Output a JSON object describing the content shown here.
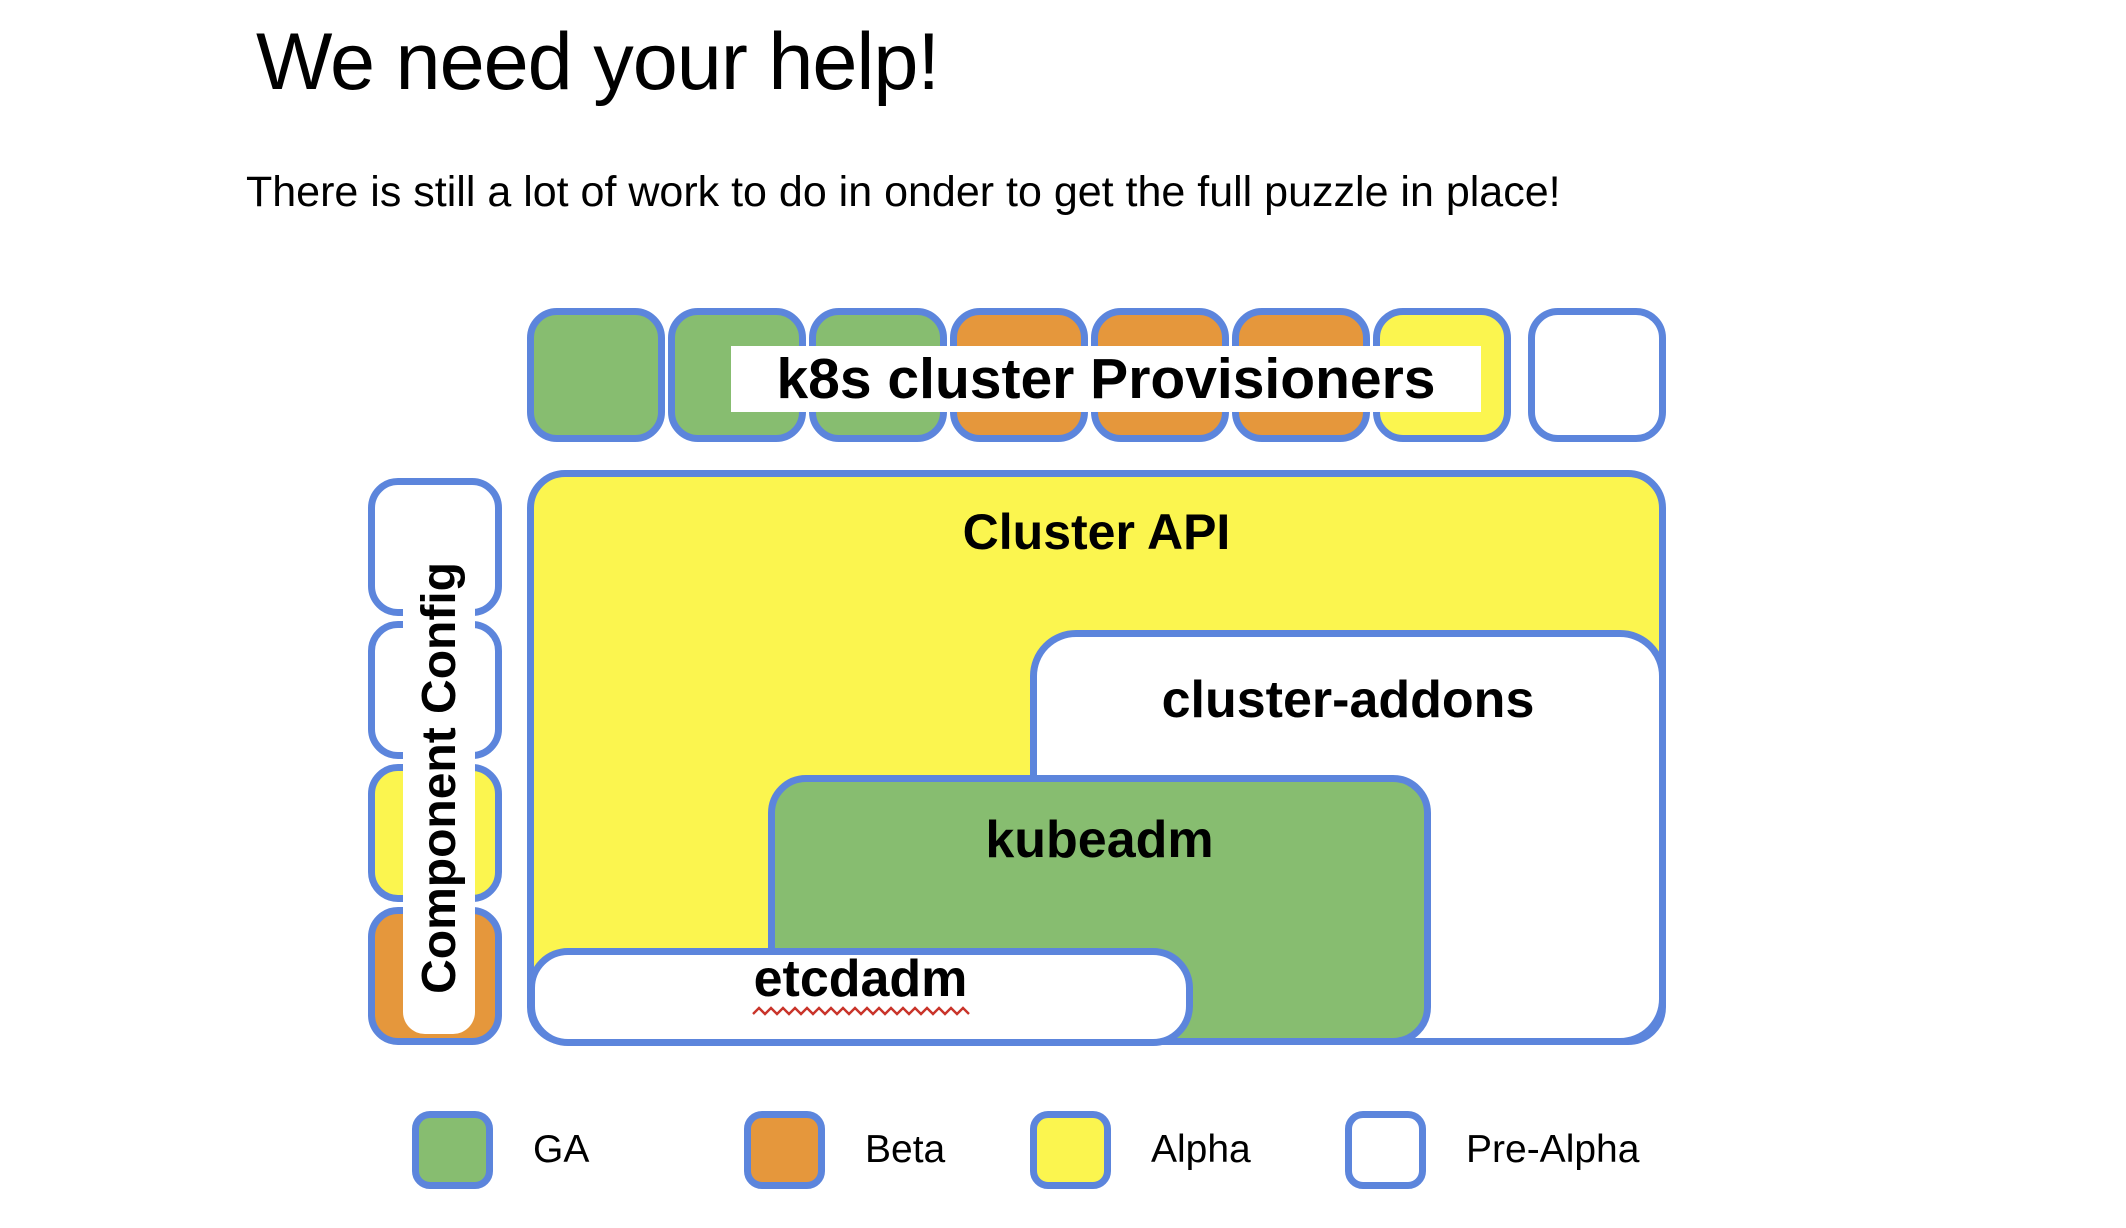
{
  "slide": {
    "title": "We need your help!",
    "subtitle": "There is still a lot of work to do in onder to get the full puzzle in place!"
  },
  "diagram": {
    "provisioners": {
      "label": "k8s cluster Provisioners",
      "pieces": [
        "GA",
        "GA",
        "GA",
        "Beta",
        "Beta",
        "Beta",
        "Alpha",
        "Pre-Alpha"
      ]
    },
    "component_config": {
      "label": "Component Config",
      "pieces": [
        "Pre-Alpha",
        "Pre-Alpha",
        "Alpha",
        "Beta"
      ]
    },
    "cluster_api": {
      "label": "Cluster API",
      "status": "Alpha"
    },
    "cluster_addons": {
      "label": "cluster-addons",
      "status": "Pre-Alpha"
    },
    "kubeadm": {
      "label": "kubeadm",
      "status": "GA"
    },
    "etcdadm": {
      "label": "etcdadm",
      "status": "Pre-Alpha",
      "spellcheck_underline": true
    }
  },
  "legend": {
    "items": [
      {
        "label": "GA",
        "color": "#87BD70"
      },
      {
        "label": "Beta",
        "color": "#E5973C"
      },
      {
        "label": "Alpha",
        "color": "#FBF54F"
      },
      {
        "label": "Pre-Alpha",
        "color": "#FFFFFF"
      }
    ]
  },
  "colors": {
    "ga": "#87BD70",
    "beta": "#E5973C",
    "alpha": "#FBF54F",
    "pre": "#FFFFFF",
    "outline": "#5C85DC",
    "squiggle": "#C9342A"
  }
}
